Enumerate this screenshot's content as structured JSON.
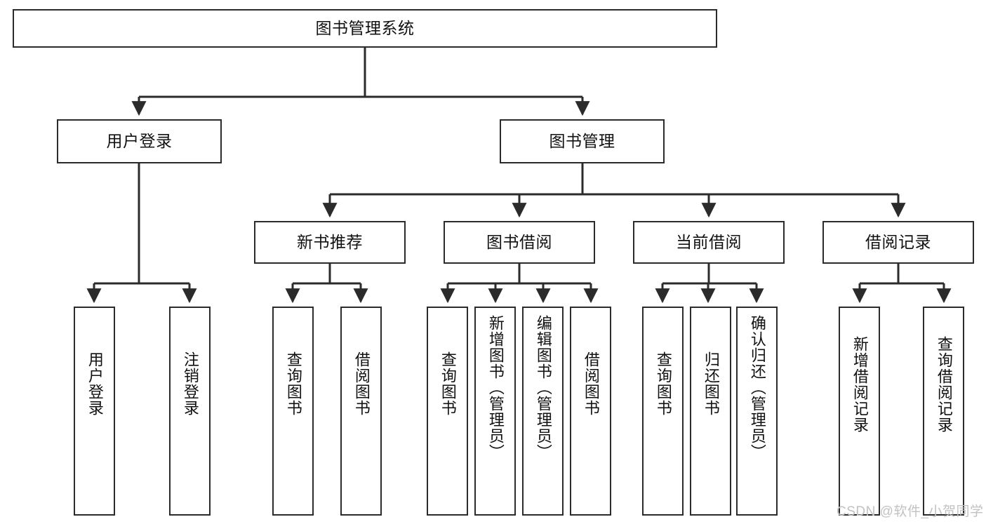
{
  "diagram": {
    "type": "tree-hierarchy-chart",
    "title": "图书管理系统",
    "style": {
      "box_border_color": "#2b2b2b",
      "box_fill_color": "#ffffff",
      "edge_color": "#2b2b2b",
      "text_color": "#111111",
      "background": "#ffffff"
    },
    "levels": {
      "level1": {
        "label": "图书管理系统"
      },
      "level2": [
        {
          "label": "用户登录"
        },
        {
          "label": "图书管理"
        }
      ],
      "level3": [
        {
          "label": "新书推荐"
        },
        {
          "label": "图书借阅"
        },
        {
          "label": "当前借阅"
        },
        {
          "label": "借阅记录"
        }
      ]
    },
    "nodes": {
      "root": {
        "label": "图书管理系统"
      },
      "user_login": {
        "label": "用户登录"
      },
      "book_manage": {
        "label": "图书管理"
      },
      "new_book_rec": {
        "label": "新书推荐"
      },
      "book_borrow": {
        "label": "图书借阅"
      },
      "current_borrow": {
        "label": "当前借阅"
      },
      "borrow_record": {
        "label": "借阅记录"
      },
      "leaf_user_login": {
        "label": "用户登录"
      },
      "leaf_user_logout": {
        "label": "注销登录"
      },
      "leaf_query_book_1": {
        "label": "查询图书"
      },
      "leaf_borrow_book_1": {
        "label": "借阅图书"
      },
      "leaf_query_book_2": {
        "label": "查询图书"
      },
      "leaf_add_book": {
        "label": "新增图书（管理员）"
      },
      "leaf_edit_book": {
        "label": "编辑图书（管理员）"
      },
      "leaf_borrow_book_2": {
        "label": "借阅图书"
      },
      "leaf_query_book_3": {
        "label": "查询图书"
      },
      "leaf_return_book": {
        "label": "归还图书"
      },
      "leaf_confirm_return": {
        "label": "确认归还（管理员）"
      },
      "leaf_add_record": {
        "label": "新增借阅记录"
      },
      "leaf_query_record": {
        "label": "查询借阅记录"
      }
    },
    "watermark": "CSDN @软件_小贺同学"
  }
}
